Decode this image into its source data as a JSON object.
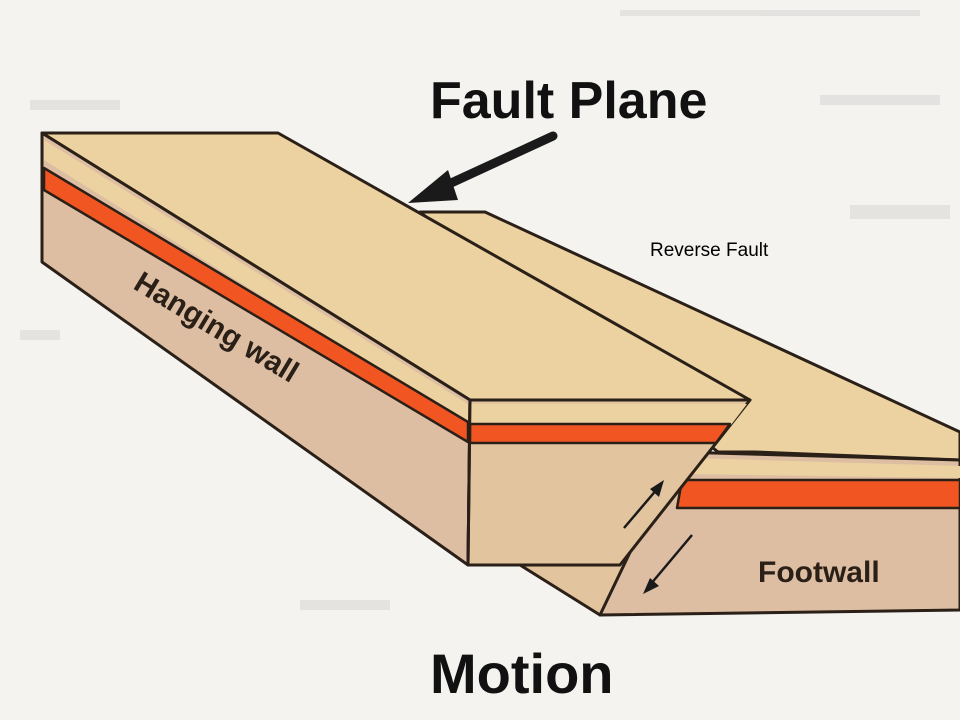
{
  "diagram": {
    "heading": "Fault Plane",
    "overlay_label": "Reverse Fault",
    "hanging_wall_label": "Hanging wall",
    "footwall_label": "Footwall",
    "caption": "Motion"
  },
  "colors": {
    "background": "#f4f3f0",
    "top_surface": "#ecd2a1",
    "side_face": "#ddbea2",
    "end_face": "#e2c59e",
    "red_layer": "#f05522",
    "outline": "#2a2018",
    "text": "#111111"
  }
}
